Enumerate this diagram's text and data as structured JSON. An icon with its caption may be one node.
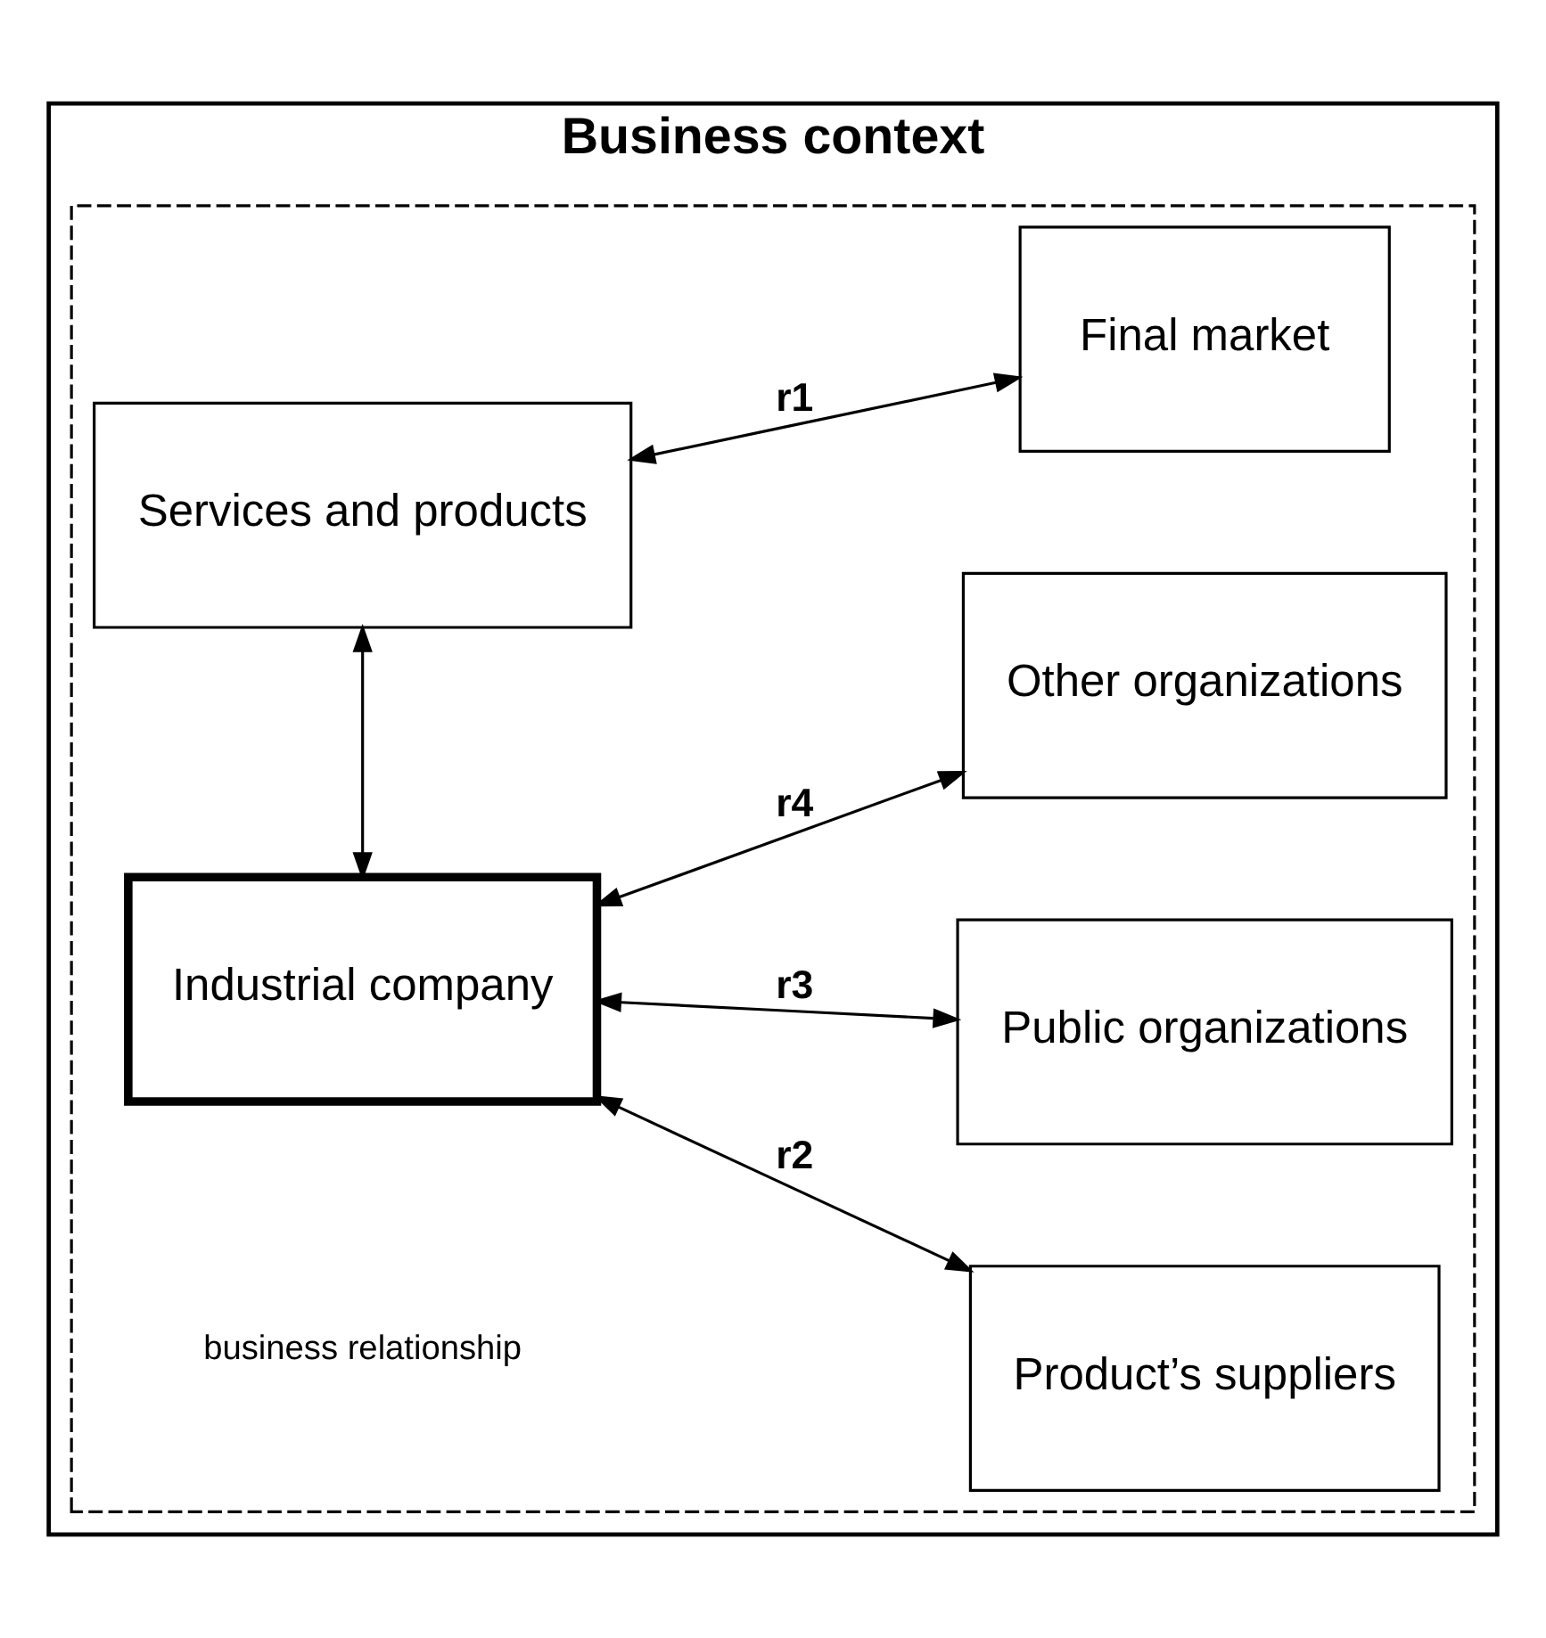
{
  "diagram": {
    "nodes": [
      {
        "text": [
          "Business context"
        ]
      },
      {
        "text": [],
        "shape": "box",
        "in": 0
      },
      {
        "text": [
          "Industrial company"
        ],
        "in": 1
      },
      {
        "text": [
          "Services and products"
        ],
        "in": 1
      },
      {
        "text": [
          "Other organizations"
        ],
        "in": 1
      },
      {
        "text": [
          "Public organizations"
        ],
        "in": 1
      },
      {
        "text": [
          "Product’s suppliers"
        ],
        "in": 1
      },
      {
        "text": [
          "Final market"
        ],
        "in": 1
      }
    ],
    "edges": [
      {
        "from": 2,
        "to": 4,
        "arrow": "both",
        "label": "r4"
      },
      {
        "from": 2,
        "to": 5,
        "arrow": "both",
        "label": "r3"
      },
      {
        "from": 2,
        "to": 6,
        "arrow": "both",
        "label": "r2"
      },
      {
        "from": 2,
        "to": 3,
        "arrow": "both"
      },
      {
        "from": 3,
        "to": 7,
        "arrow": "both",
        "label": "r1"
      }
    ],
    "legend": [
      {
        "text": "business relationship"
      }
    ]
  }
}
